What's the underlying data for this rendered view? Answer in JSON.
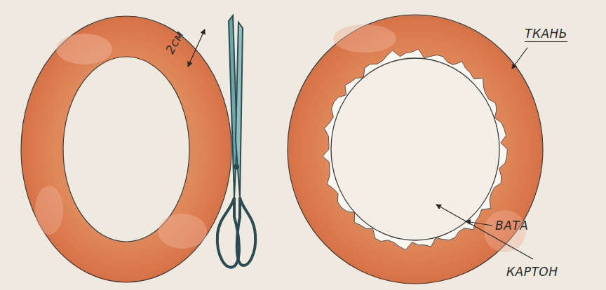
{
  "diagram": {
    "labels": [
      "2см",
      "ТКАНЬ",
      "ВАТА",
      "КАРТОН"
    ]
  }
}
